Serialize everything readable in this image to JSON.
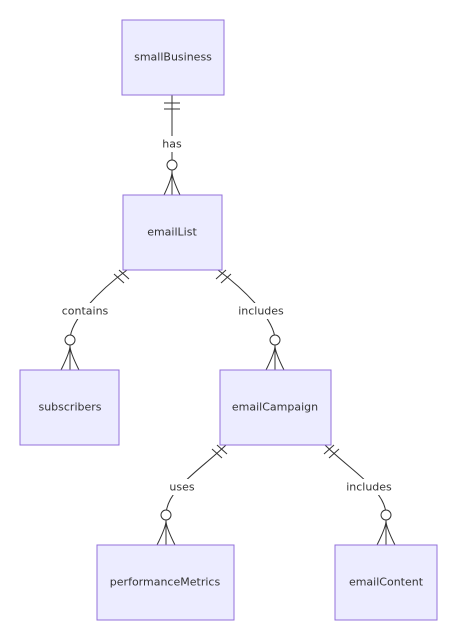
{
  "entities": {
    "small_business": "smallBusiness",
    "email_list": "emailList",
    "subscribers": "subscribers",
    "email_campaign": "emailCampaign",
    "performance_metrics": "performanceMetrics",
    "email_content": "emailContent"
  },
  "relationships": {
    "business_list": "has",
    "list_subscribers": "contains",
    "list_campaign": "includes",
    "campaign_metrics": "uses",
    "campaign_content": "includes"
  },
  "colors": {
    "entity_fill": "#ececff",
    "entity_border": "#9370db",
    "line": "#333333"
  }
}
